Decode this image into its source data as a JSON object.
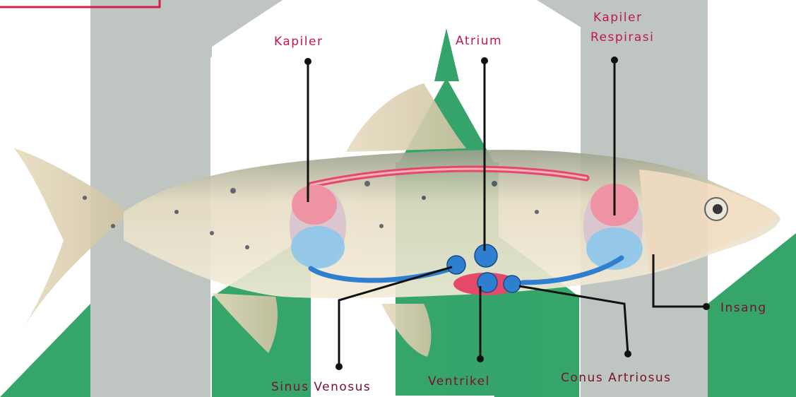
{
  "labels": {
    "kapiler": "Kapiler",
    "atrium": "Atrium",
    "kapiler_respirasi_line1": "Kapiler",
    "kapiler_respirasi_line2": "Respirasi",
    "insang": "Insang",
    "sinus_venosus": "Sinus Venosus",
    "ventrikel": "Ventrikel",
    "conus_artriosus": "Conus Artriosus"
  },
  "colors": {
    "watermark_gray": "#bcc2be",
    "watermark_green": "#1f9b5a",
    "label_magenta": "#c0184e",
    "label_dark": "#7a1030",
    "artery_red": "#e34a6a",
    "vein_blue": "#2f7fd0",
    "fish_body": "#efe6cf",
    "leader_line": "#111111"
  }
}
